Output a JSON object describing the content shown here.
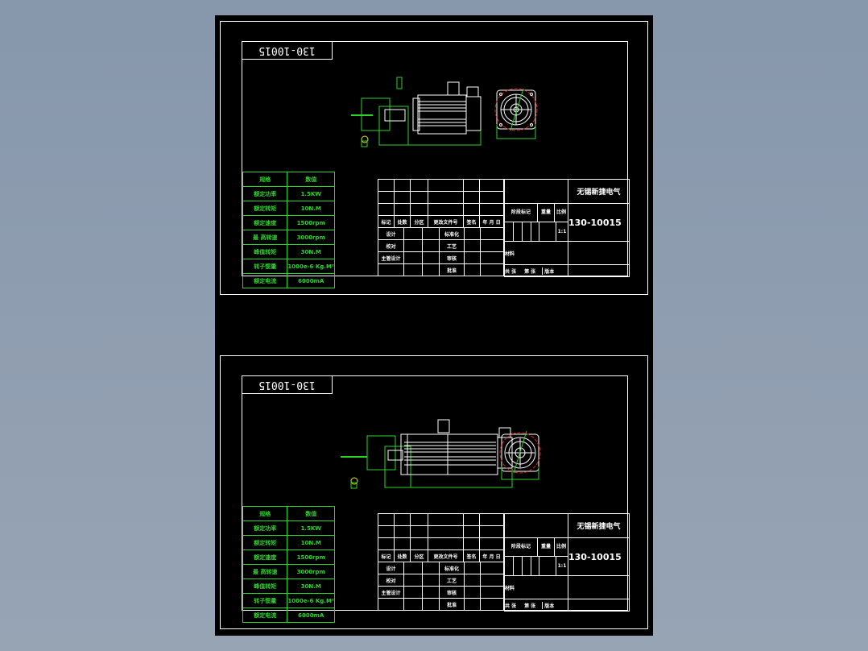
{
  "viewport": {
    "background": "#8f9db0",
    "paper_color": "#000000",
    "line_color": "#ffffff",
    "accent_color": "#2bd42b",
    "centerline_color": "#e02020"
  },
  "sheets": [
    {
      "drawing_code_rotated": "130-10015",
      "spec_table": {
        "headers": [
          "规格",
          "数值"
        ],
        "rows": [
          [
            "额定功率",
            "1.5KW"
          ],
          [
            "额定转矩",
            "10N.M"
          ],
          [
            "额定速度",
            "1500rpm"
          ],
          [
            "最 高转速",
            "3000rpm"
          ],
          [
            "峰值转矩",
            "30N.M"
          ],
          [
            "转子惯量",
            "1000e-6 Kg.M²"
          ],
          [
            "额定电流",
            "6000mA"
          ]
        ]
      },
      "title_block": {
        "company": "无锡新捷电气",
        "drawing_number": "130-10015",
        "stage_mark_label": "阶段标记",
        "weight_label": "重量",
        "scale_label": "比例",
        "scale_value": "1:1",
        "revision_headers": [
          "标记",
          "处数",
          "分区",
          "更改文件号",
          "签名",
          "年 月 日"
        ],
        "sign_rows": [
          "设计",
          "校对",
          "主管设计",
          ""
        ],
        "sign_right": [
          "标准化",
          "工艺",
          "审核",
          "批准"
        ],
        "material_label": "材料",
        "sheet_footer": [
          "共 张",
          "第 张",
          "版本"
        ]
      }
    },
    {
      "drawing_code_rotated": "130-10015",
      "spec_table": {
        "headers": [
          "规格",
          "数值"
        ],
        "rows": [
          [
            "额定功率",
            "1.5KW"
          ],
          [
            "额定转矩",
            "10N.M"
          ],
          [
            "额定速度",
            "1500rpm"
          ],
          [
            "最 高转速",
            "3000rpm"
          ],
          [
            "峰值转矩",
            "30N.M"
          ],
          [
            "转子惯量",
            "1000e-6 Kg.M²"
          ],
          [
            "额定电流",
            "6000mA"
          ]
        ]
      },
      "title_block": {
        "company": "无锡新捷电气",
        "drawing_number": "130-10015",
        "stage_mark_label": "阶段标记",
        "weight_label": "重量",
        "scale_label": "比例",
        "scale_value": "1:1",
        "revision_headers": [
          "标记",
          "处数",
          "分区",
          "更改文件号",
          "签名",
          "年 月 日"
        ],
        "sign_rows": [
          "设计",
          "校对",
          "主管设计",
          ""
        ],
        "sign_right": [
          "标准化",
          "工艺",
          "审核",
          "批准"
        ],
        "material_label": "材料",
        "sheet_footer": [
          "共 张",
          "第 张",
          "版本"
        ]
      }
    }
  ]
}
